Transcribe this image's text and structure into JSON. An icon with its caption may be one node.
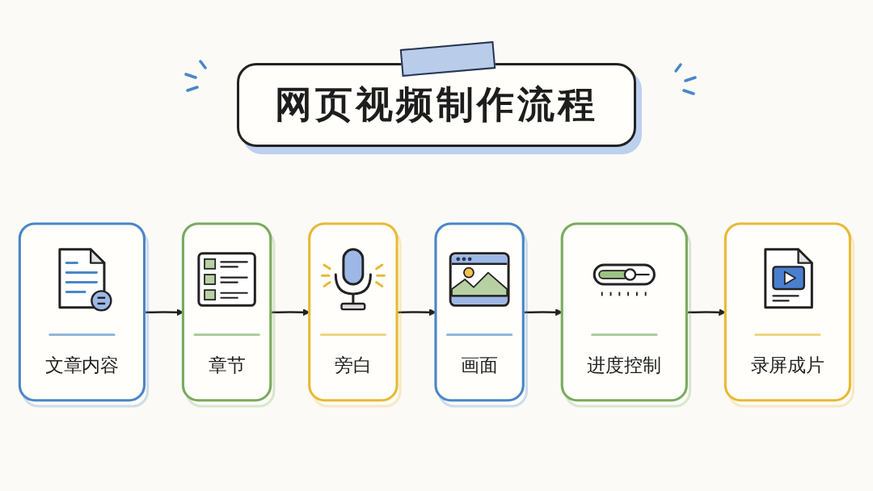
{
  "diagram": {
    "title": "网页视频制作流程",
    "nodes": [
      {
        "text": [
          "文章内容"
        ]
      },
      {
        "text": [
          "章节"
        ]
      },
      {
        "text": [
          "旁白"
        ]
      },
      {
        "text": [
          "画面"
        ]
      },
      {
        "text": [
          "进度控制"
        ]
      },
      {
        "text": [
          "录屏成片"
        ]
      }
    ],
    "edges": [
      {
        "from": 0,
        "to": 1,
        "arrow": "to"
      },
      {
        "from": 1,
        "to": 2,
        "arrow": "to"
      },
      {
        "from": 2,
        "to": 3,
        "arrow": "to"
      },
      {
        "from": 3,
        "to": 4,
        "arrow": "to"
      },
      {
        "from": 4,
        "to": 5,
        "arrow": "to"
      }
    ]
  }
}
